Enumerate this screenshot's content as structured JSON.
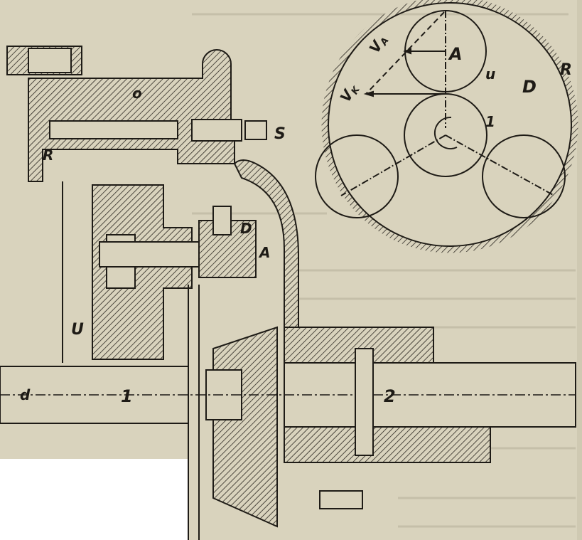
{
  "figure": {
    "assembly_labels": {
      "o": "o",
      "s": "S",
      "r": "R",
      "d_upper": "D",
      "a": "A",
      "u": "U",
      "d_shaft": "d",
      "shaft1": "1",
      "shaft2": "2"
    },
    "gear_diagram_labels": {
      "va": "V",
      "va_sub": "A",
      "vk": "V",
      "vk_sub": "K",
      "a": "A",
      "u": "u",
      "d": "D",
      "r": "R",
      "gear1": "1"
    },
    "colors": {
      "paper": "#d9d3bd",
      "ink": "#1e1b16",
      "blank": "#ffffff"
    }
  }
}
